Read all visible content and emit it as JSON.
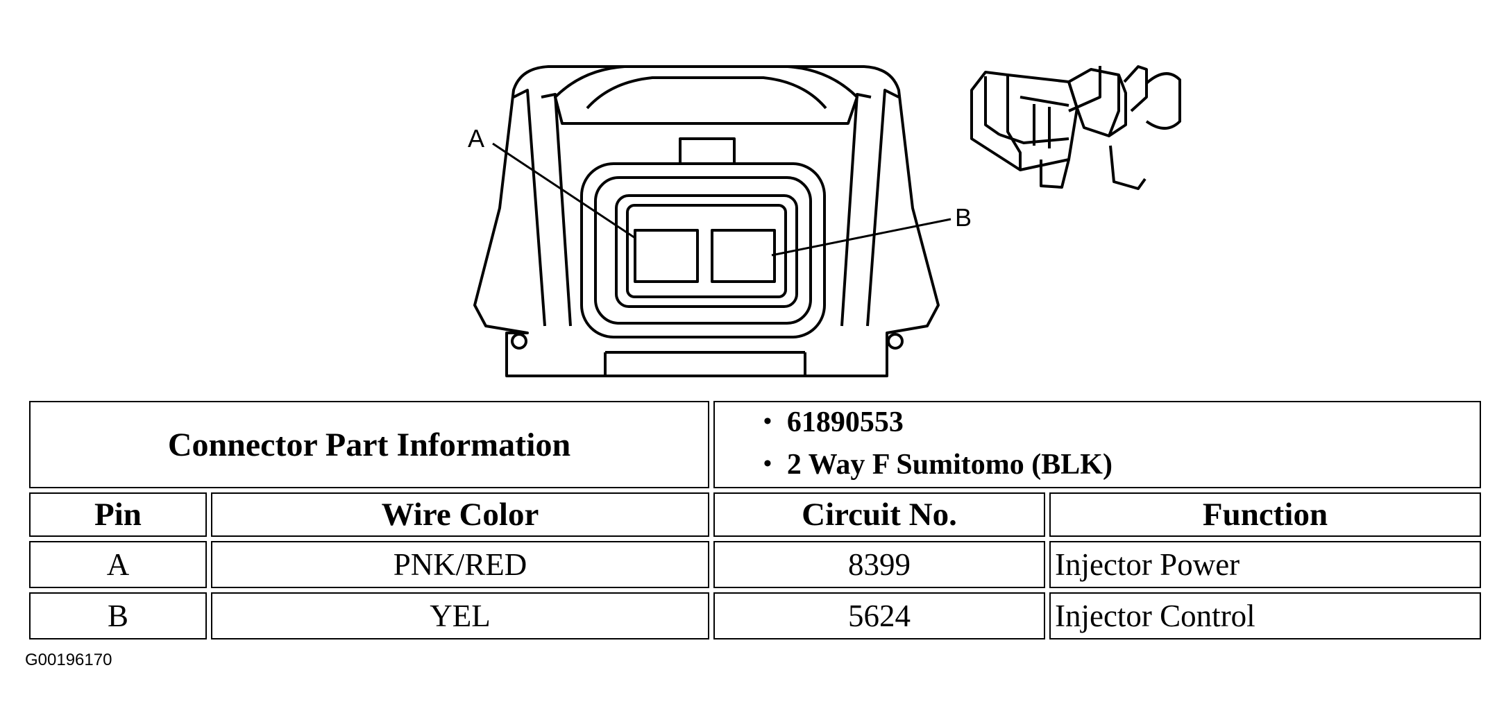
{
  "diagram": {
    "pin_labels": [
      "A",
      "B"
    ],
    "figure_id": "G00196170"
  },
  "connector_info": {
    "label": "Connector Part Information",
    "items": [
      "61890553",
      "2 Way F Sumitomo (BLK)"
    ]
  },
  "table": {
    "headers": [
      "Pin",
      "Wire Color",
      "Circuit No.",
      "Function"
    ],
    "rows": [
      {
        "pin": "A",
        "wire_color": "PNK/RED",
        "circuit": "8399",
        "function": "Injector Power"
      },
      {
        "pin": "B",
        "wire_color": "YEL",
        "circuit": "5624",
        "function": "Injector Control"
      }
    ]
  }
}
